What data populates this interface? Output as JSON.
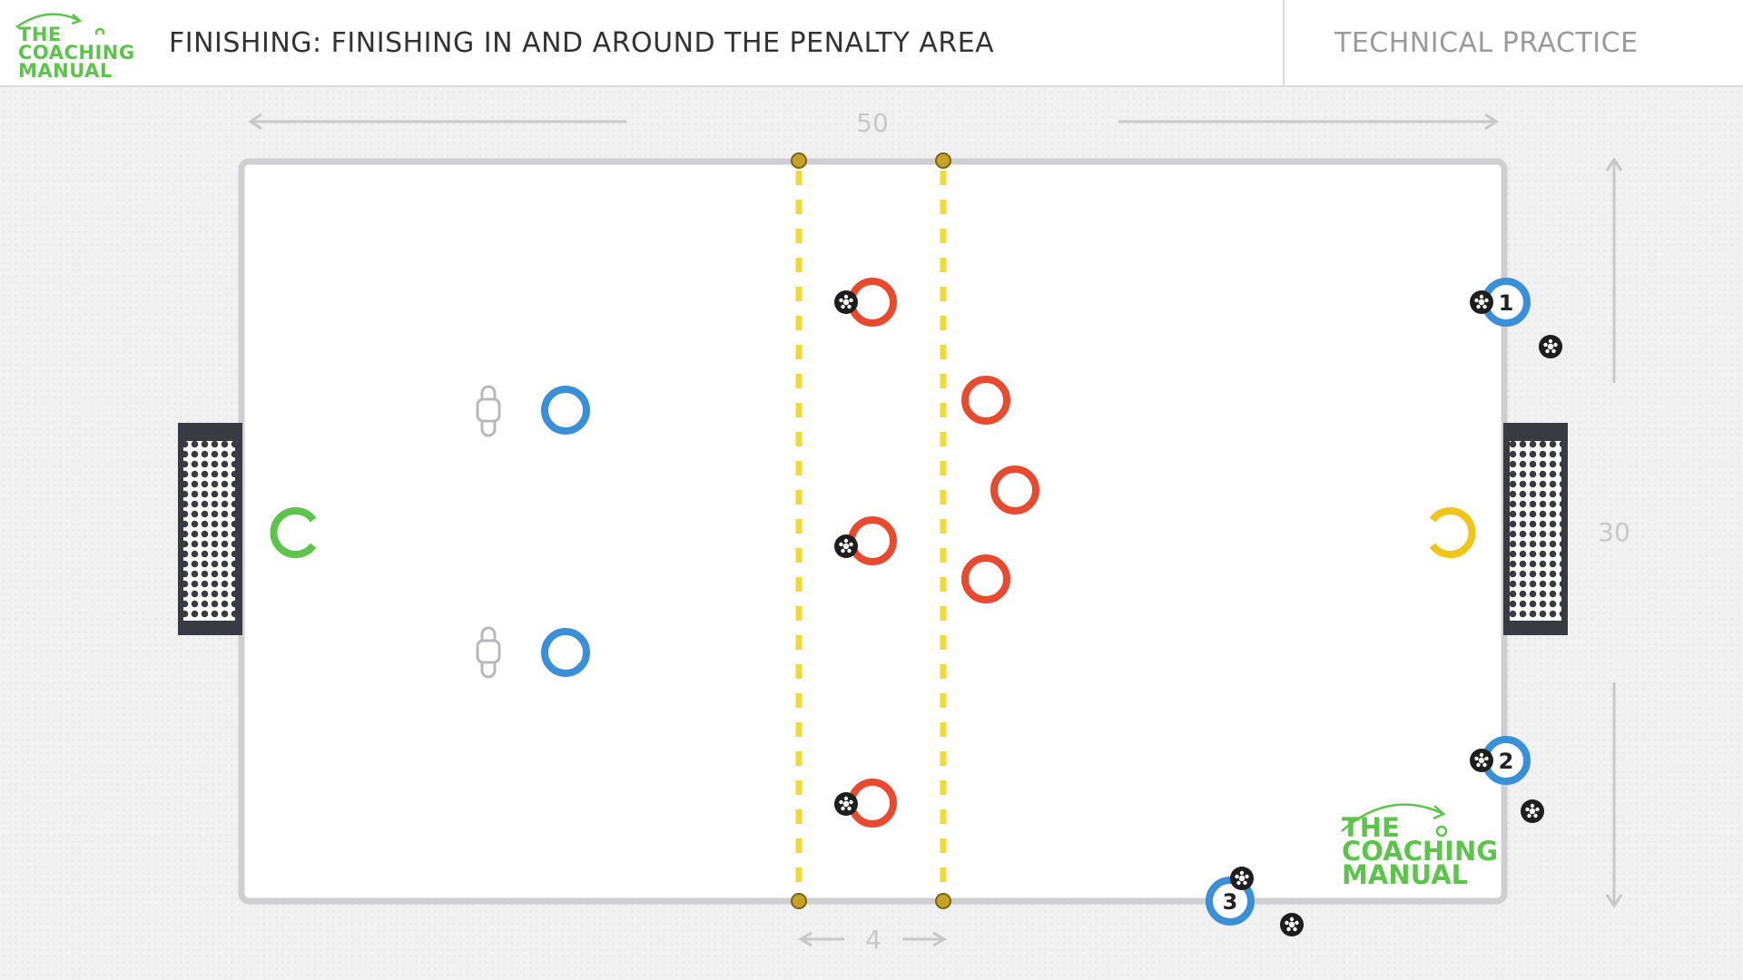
{
  "header": {
    "logo": {
      "lines": [
        "THE",
        "COACHING",
        "MANUAL"
      ]
    },
    "title": "FINISHING: FINISHING IN AND AROUND THE PENALTY AREA",
    "category": "TECHNICAL PRACTICE"
  },
  "dimensions": {
    "length": "50",
    "width": "30",
    "channel": "4"
  },
  "player_numbers": [
    "1",
    "2",
    "3"
  ],
  "watermark": {
    "lines": [
      "THE",
      "COACHING",
      "MANUAL"
    ]
  },
  "colors": {
    "attacker_blue": "#3a8fd9",
    "defender_red": "#e84a2f",
    "keeper_green": "#5cc44a",
    "keeper_yellow": "#f0c419",
    "channel_yellow": "#f2d933",
    "pitch_line": "#cfcfd2",
    "goal": "#3a3a42"
  }
}
